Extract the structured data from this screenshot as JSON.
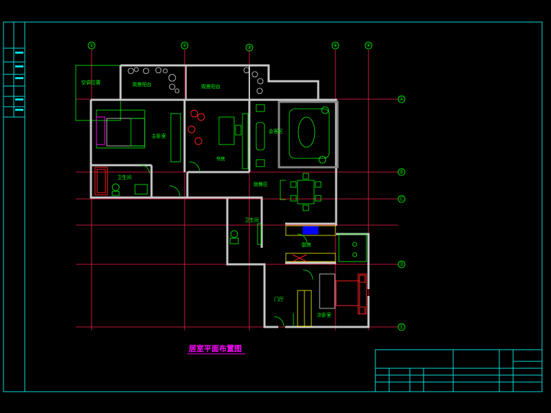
{
  "drawing": {
    "title": "居室平面布置图",
    "rooms": {
      "aircon": "空调位置",
      "balcony_left": "观景阳台",
      "balcony_mid": "观景阳台",
      "master_bedroom": "主卧室",
      "study": "书房",
      "living": "会客区",
      "bath_top": "卫生间",
      "dining": "就餐区",
      "bath_mid": "卫生间",
      "kitchen": "厨房",
      "entry": "门厅",
      "bedroom2": "次卧室"
    },
    "axes_top": [
      "①",
      "②",
      "③",
      "④",
      "⑤"
    ],
    "axes_right": [
      "Ⓐ",
      "Ⓑ",
      "Ⓒ",
      "Ⓓ",
      "Ⓔ"
    ]
  },
  "colors": {
    "background": "#000000",
    "frame": "#00e0e0",
    "grid": "#ff2050",
    "wall": "#c8c8c8",
    "furniture": "#00ff00",
    "title": "#ff00ff"
  }
}
